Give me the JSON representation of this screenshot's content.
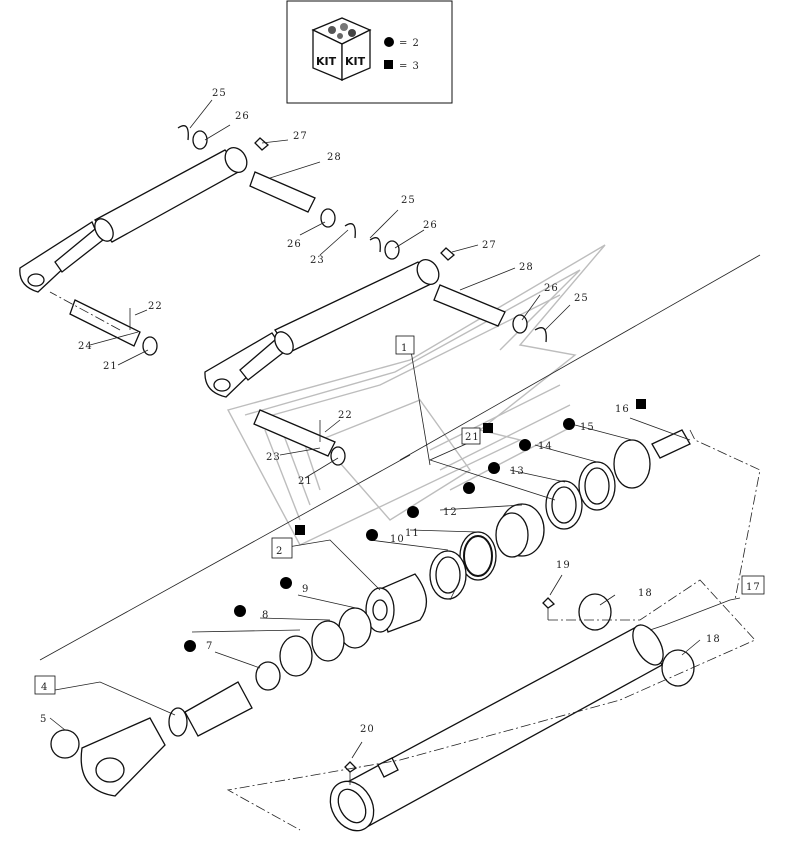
{
  "legend": {
    "kit_badge_left": "KIT",
    "kit_badge_right": "KIT",
    "circle_entry": "= 2",
    "square_entry": "= 3"
  },
  "callouts": [
    {
      "id": "c25a",
      "text": "25",
      "marker": "none"
    },
    {
      "id": "c26a",
      "text": "26",
      "marker": "none"
    },
    {
      "id": "c27a",
      "text": "27",
      "marker": "none"
    },
    {
      "id": "c28a",
      "text": "28",
      "marker": "none"
    },
    {
      "id": "c26b",
      "text": "26",
      "marker": "none"
    },
    {
      "id": "c23a",
      "text": "23",
      "marker": "none"
    },
    {
      "id": "c25b",
      "text": "25",
      "marker": "none"
    },
    {
      "id": "c26c",
      "text": "26",
      "marker": "none"
    },
    {
      "id": "c27b",
      "text": "27",
      "marker": "none"
    },
    {
      "id": "c28b",
      "text": "28",
      "marker": "none"
    },
    {
      "id": "c26d",
      "text": "26",
      "marker": "none"
    },
    {
      "id": "c25c",
      "text": "25",
      "marker": "none"
    },
    {
      "id": "c22a",
      "text": "22",
      "marker": "none"
    },
    {
      "id": "c24a",
      "text": "24",
      "marker": "none"
    },
    {
      "id": "c21a",
      "text": "21",
      "marker": "none"
    },
    {
      "id": "c1a",
      "text": "1",
      "marker": "none"
    },
    {
      "id": "c22b",
      "text": "22",
      "marker": "none"
    },
    {
      "id": "c23b",
      "text": "23",
      "marker": "none"
    },
    {
      "id": "c21b",
      "text": "21",
      "marker": "none"
    },
    {
      "id": "c16",
      "text": "16",
      "marker": "square"
    },
    {
      "id": "c15",
      "text": "15",
      "marker": "circle"
    },
    {
      "id": "c14",
      "text": "14",
      "marker": "circle"
    },
    {
      "id": "c13",
      "text": "13",
      "marker": "circle"
    },
    {
      "id": "c21c",
      "text": "21",
      "marker": "square"
    },
    {
      "id": "c12",
      "text": "12",
      "marker": "circle"
    },
    {
      "id": "c11",
      "text": "11",
      "marker": "circle"
    },
    {
      "id": "c10",
      "text": "10",
      "marker": "circle"
    },
    {
      "id": "c2",
      "text": "2",
      "marker": "square"
    },
    {
      "id": "c9",
      "text": "9",
      "marker": "circle"
    },
    {
      "id": "c8",
      "text": "8",
      "marker": "circle"
    },
    {
      "id": "c7",
      "text": "7",
      "marker": "circle"
    },
    {
      "id": "c19",
      "text": "19",
      "marker": "none"
    },
    {
      "id": "c18a",
      "text": "18",
      "marker": "none"
    },
    {
      "id": "c17",
      "text": "17",
      "marker": "none"
    },
    {
      "id": "c18b",
      "text": "18",
      "marker": "none"
    },
    {
      "id": "c4",
      "text": "4",
      "marker": "none"
    },
    {
      "id": "c5",
      "text": "5",
      "marker": "none"
    },
    {
      "id": "c20",
      "text": "20",
      "marker": "none"
    }
  ]
}
